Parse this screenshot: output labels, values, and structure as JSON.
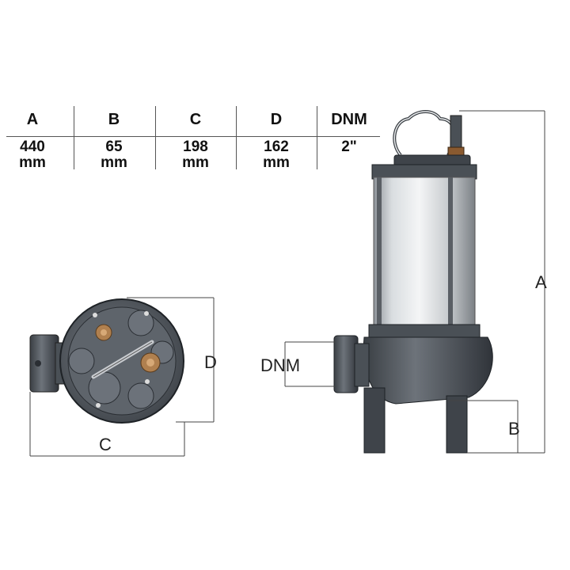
{
  "table": {
    "columns": [
      {
        "header": "A",
        "value1": "440",
        "value2": "mm"
      },
      {
        "header": "B",
        "value1": "65",
        "value2": "mm"
      },
      {
        "header": "C",
        "value1": "198",
        "value2": "mm"
      },
      {
        "header": "D",
        "value1": "162",
        "value2": "mm"
      },
      {
        "header": "DNM",
        "value1": "2\"",
        "value2": ""
      }
    ]
  },
  "diagram": {
    "top_view": {
      "label_c": "C",
      "label_d": "D"
    },
    "side_view": {
      "label_a": "A",
      "label_b": "B",
      "label_dnm": "DNM"
    }
  }
}
